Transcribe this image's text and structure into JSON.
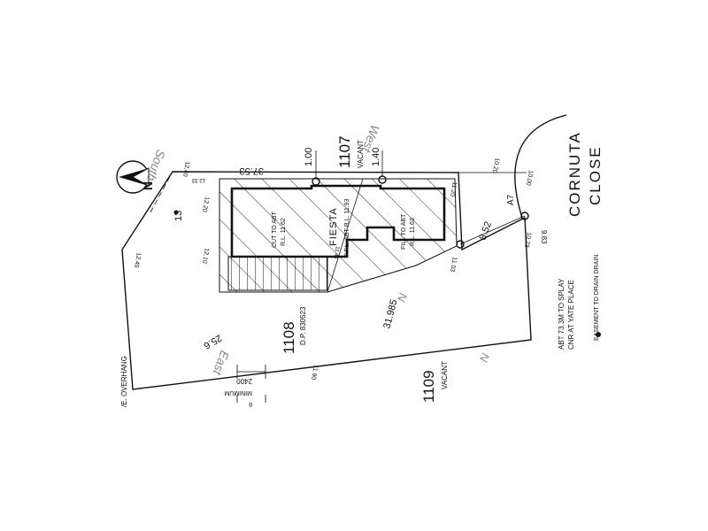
{
  "labels": {
    "lot_1107": "1107",
    "lot_1107_status": "VACANT",
    "lot_1108": "1108",
    "lot_1108_dp": "D.P. 830523",
    "lot_1109": "1109",
    "lot_1109_status": "VACANT",
    "street_name": "CORNUTA",
    "street_type": "CLOSE",
    "house_name": "FIESTA",
    "ffl": "F.F.L. ABT R.L. 11.93",
    "cut_1": "CUT TO ABT",
    "cut_2": "R.L. 11.62",
    "fill_1": "FILL TO ABT",
    "fill_2": "R.L. 11.63",
    "easement_1": "ABT 73.3M TO SPLAY",
    "easement_2": "CNR AT YATE PLACE",
    "easement_3": "EASEMENT TO DRAIN DRAIN",
    "overhang": "/E. OVERHANG",
    "minimum": "MINIMUM",
    "dim_2400": "2400",
    "note_b": "B"
  },
  "dimensions": {
    "top_boundary": "37.53",
    "setback_1": "1.00",
    "setback_2": "1.40",
    "left_side": "13",
    "lower_left": "25.6",
    "lower_right": "31.985",
    "frontage": "8.52",
    "splay": "A7",
    "arc": "9.83"
  },
  "levels": {
    "tl_a": "12.40",
    "tl_b": "12.33",
    "tl_c": "12.20",
    "mid_left": "12.10",
    "far_left": "12.45",
    "bottom_mid": "11.90",
    "right_a": "11.20",
    "right_b": "10.20",
    "right_c": "11.03",
    "right_d": "10.23",
    "right_e": "10.00",
    "inner": "11.46"
  },
  "pencil": {
    "south": "South",
    "west": "West",
    "east": "East",
    "n1": "N",
    "n2": "N"
  },
  "north": "N"
}
